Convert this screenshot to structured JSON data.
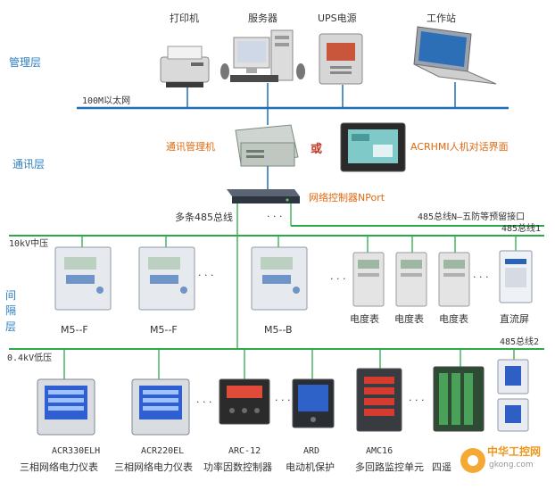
{
  "layers": {
    "management": "管理层",
    "communication": "通讯层",
    "bay_1": "间",
    "bay_2": "隔",
    "bay_3": "层"
  },
  "top_devices": {
    "printer": "打印机",
    "server": "服务器",
    "ups": "UPS电源",
    "workstation": "工作站"
  },
  "network": {
    "ethernet": "100M以太网",
    "comm_manager": "通讯管理机",
    "or": "或",
    "hmi": "ACRHMI人机对话界面",
    "nport": "网络控制器NPort",
    "multi_485": "多条485总线",
    "ellipsis": "· · ·",
    "bus_n": "485总线N—五防等预留接口",
    "bus_1": "485总线1",
    "bus_2": "485总线2"
  },
  "bay_10kv": {
    "label": "10kV中压",
    "devices": [
      "M5--F",
      "M5--F",
      "M5--B",
      "电度表",
      "电度表",
      "电度表",
      "直流屏"
    ]
  },
  "bay_04kv": {
    "label": "0.4kV低压",
    "models": [
      "ACR330ELH",
      "ACR220EL",
      "ARC-12",
      "ARD",
      "AMC16"
    ],
    "descriptions": [
      "三相网络电力仪表",
      "三相网络电力仪表",
      "功率因数控制器",
      "电动机保护",
      "多回路监控单元"
    ],
    "last_partial": "四遥"
  },
  "watermark": {
    "brand": "中华工控网",
    "url": "gkong.com"
  },
  "colors": {
    "ethernet_bus": "#1f6fb5",
    "rs485_bus": "#2ea84a",
    "label_text": "#e06a10",
    "layer_text": "#2e7fbf"
  }
}
